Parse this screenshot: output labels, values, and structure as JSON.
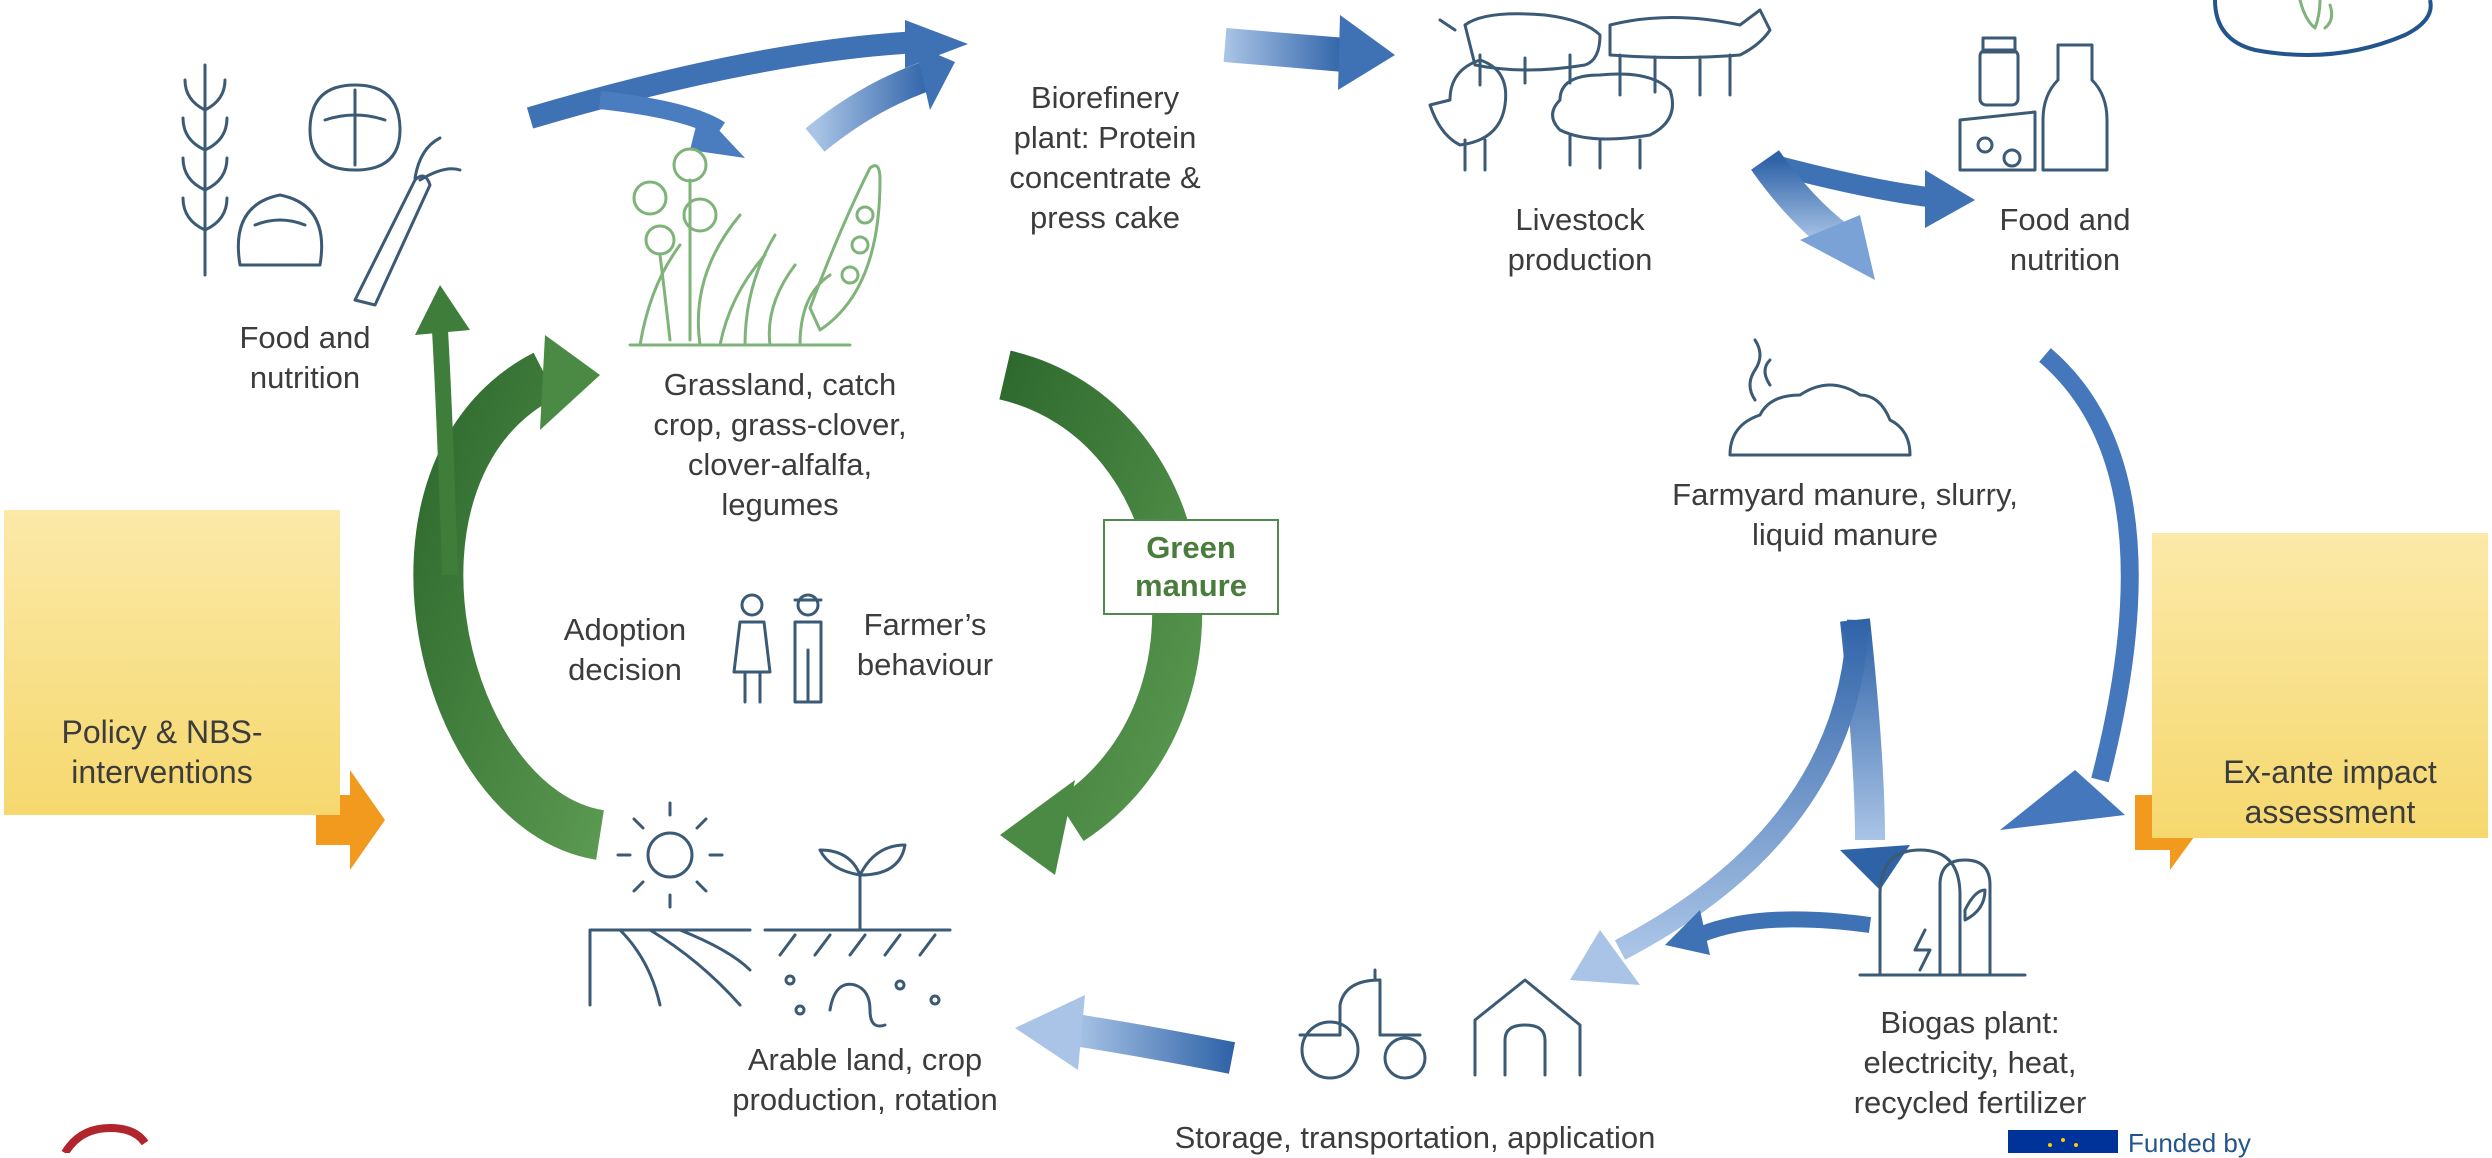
{
  "nodes": {
    "food_left": "Food and\nnutrition",
    "grassland": "Grassland, catch\ncrop, grass-clover,\nclover-alfalfa,\nlegumes",
    "biorefinery": "Biorefinery\nplant: Protein\nconcentrate &\npress cake",
    "livestock": "Livestock\nproduction",
    "food_right": "Food and\nnutrition",
    "manure": "Farmyard manure, slurry,\nliquid manure",
    "biogas": "Biogas plant:\nelectricity, heat,\nrecycled fertilizer",
    "storage": "Storage,  transportation, application",
    "arable": "Arable land, crop\nproduction, rotation",
    "adoption": "Adoption\ndecision",
    "farmer": "Farmer’s\nbehaviour"
  },
  "green_manure": "Green\nmanure",
  "boxes": {
    "policy": "Policy & NBS-\ninterventions",
    "impact": "Ex-ante impact\nassessment"
  },
  "footer": {
    "funded_by": "Funded by"
  },
  "colors": {
    "blue_arrow": "#3f72b5",
    "green_arrow": "#3f7d3a",
    "orange_arrow": "#f29a1e",
    "box_fill": "#f8dd80",
    "icon_stroke": "#3b5a75",
    "icon_green": "#7fb37a"
  }
}
